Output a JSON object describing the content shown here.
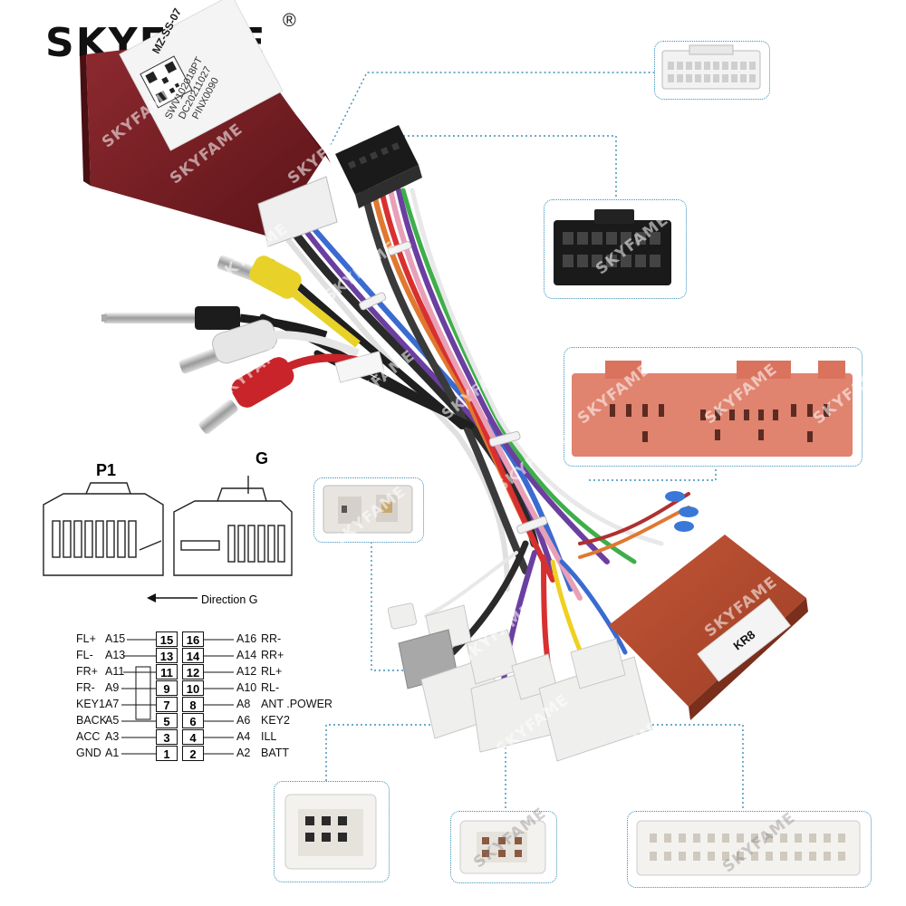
{
  "brand": {
    "name": "SKYFAME",
    "registered": "®"
  },
  "watermark": "SKYFAME",
  "module_label": {
    "lines": [
      "MZ-SS-07",
      "SWV102018PT",
      "DC20211027",
      "PINX0090"
    ]
  },
  "canbus_label": {
    "code": "KR8"
  },
  "pin_diagram": {
    "p1_label": "P1",
    "g_label": "G",
    "direction": "Direction G",
    "rows": [
      {
        "left_name": "FL+",
        "left_code": "A15",
        "pin_a": "15",
        "pin_b": "16",
        "right_code": "A16",
        "right_name": "RR-"
      },
      {
        "left_name": "FL-",
        "left_code": "A13",
        "pin_a": "13",
        "pin_b": "14",
        "right_code": "A14",
        "right_name": "RR+"
      },
      {
        "left_name": "FR+",
        "left_code": "A11",
        "pin_a": "11",
        "pin_b": "12",
        "right_code": "A12",
        "right_name": "RL+"
      },
      {
        "left_name": "FR-",
        "left_code": "A9",
        "pin_a": "9",
        "pin_b": "10",
        "right_code": "A10",
        "right_name": "RL-"
      },
      {
        "left_name": "KEY1",
        "left_code": "A7",
        "pin_a": "7",
        "pin_b": "8",
        "right_code": "A8",
        "right_name": "ANT .POWER"
      },
      {
        "left_name": "BACK",
        "left_code": "A5",
        "pin_a": "5",
        "pin_b": "6",
        "right_code": "A6",
        "right_name": "KEY2"
      },
      {
        "left_name": "ACC",
        "left_code": "A3",
        "pin_a": "3",
        "pin_b": "4",
        "right_code": "A4",
        "right_name": "ILL"
      },
      {
        "left_name": "GND",
        "left_code": "A1",
        "pin_a": "1",
        "pin_b": "2",
        "right_code": "A2",
        "right_name": "BATT"
      }
    ]
  },
  "colors": {
    "module_body": "#7a1f24",
    "canbus_body": "#b44a2e",
    "connector_salmon": "#e0836f",
    "inset_border": "#3a8fb8",
    "rca_red": "#c8242a",
    "rca_white": "#e6e6e6",
    "rca_yellow": "#e8d22a",
    "connector_black": "#1a1a1a"
  }
}
